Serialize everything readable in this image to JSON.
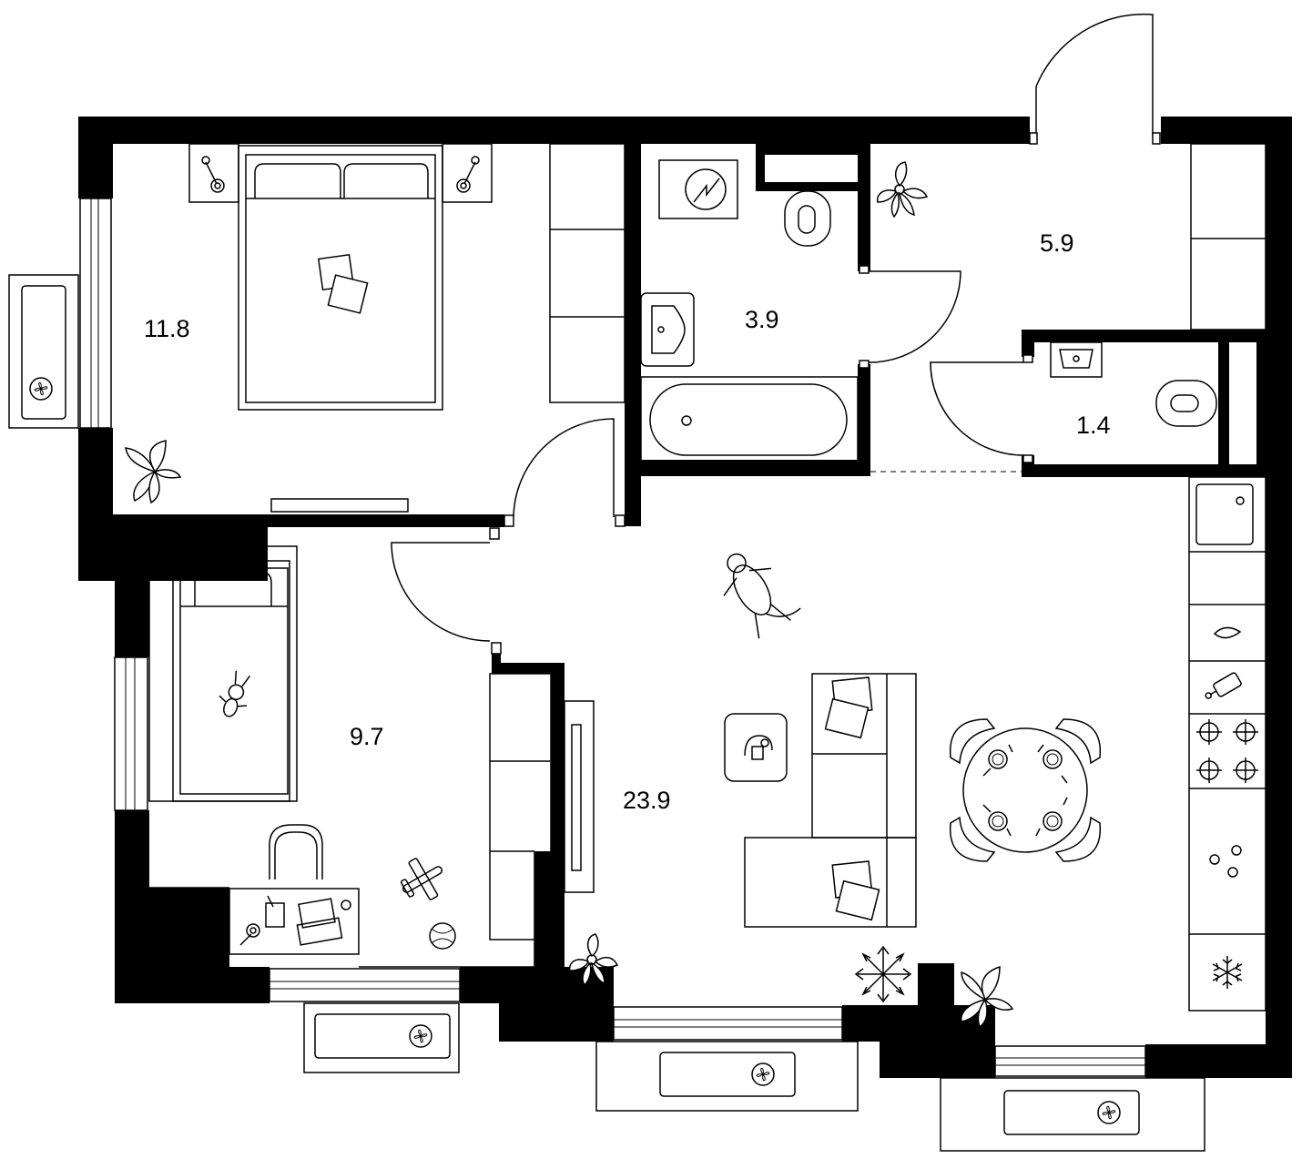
{
  "plan": {
    "rooms": [
      {
        "id": "bedroom",
        "area": "11.8"
      },
      {
        "id": "bathroom",
        "area": "3.9"
      },
      {
        "id": "hallway",
        "area": "5.9"
      },
      {
        "id": "toilet",
        "area": "1.4"
      },
      {
        "id": "kids-room",
        "area": "9.7"
      },
      {
        "id": "living-kitchen",
        "area": "23.9"
      }
    ]
  }
}
